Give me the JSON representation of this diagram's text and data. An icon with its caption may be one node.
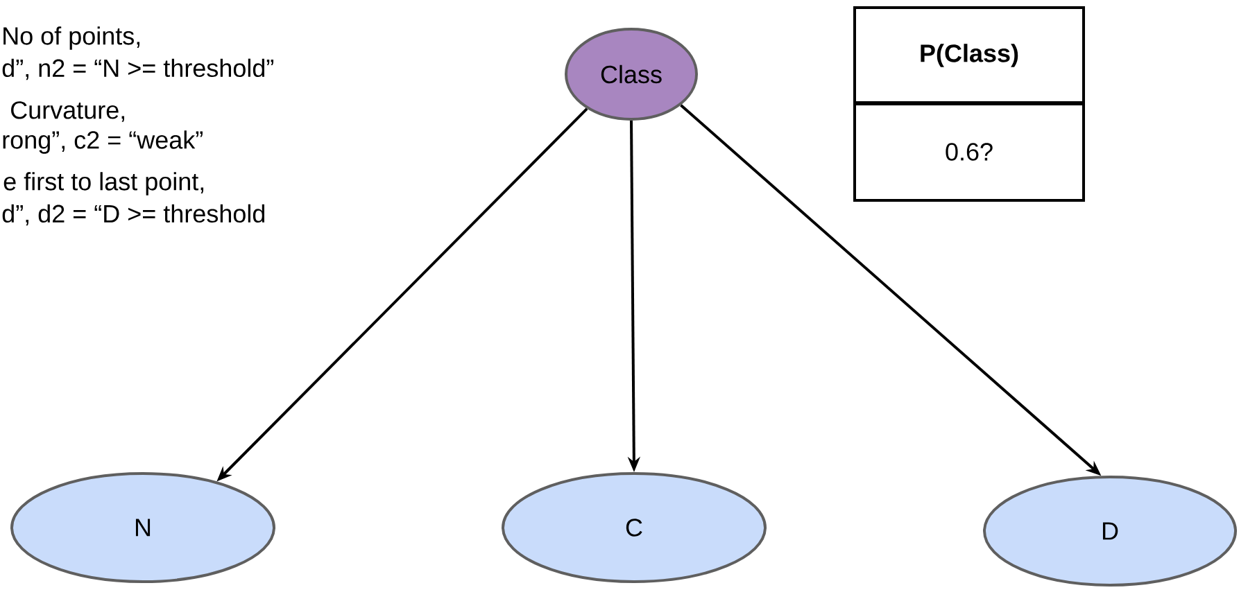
{
  "diagram": {
    "nodes": [
      {
        "text": [
          "Class"
        ]
      },
      {
        "text": [
          "N"
        ]
      },
      {
        "text": [
          "C"
        ]
      },
      {
        "text": [
          "D"
        ]
      },
      {
        "text": [
          "**P(Class)**",
          "0.6?"
        ]
      }
    ],
    "edges": [
      {
        "from": 0,
        "to": 1,
        "arrow": "to"
      },
      {
        "from": 0,
        "to": 2,
        "arrow": "to"
      },
      {
        "from": 0,
        "to": 3,
        "arrow": "to"
      }
    ],
    "labels": [
      "No of points,",
      "d”, n2 = “N >= threshold”",
      "Curvature,",
      "rong”, c2 = “weak”",
      "e first to last point,",
      "d”, d2 = “D >= threshold"
    ]
  }
}
